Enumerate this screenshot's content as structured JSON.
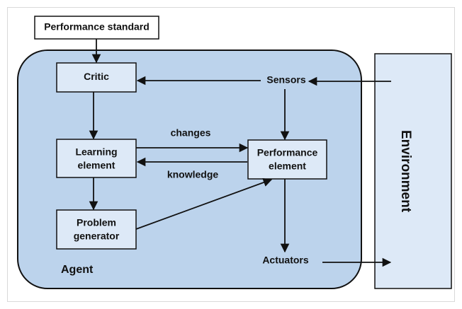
{
  "diagram": {
    "agent_label": "Agent",
    "environment_label": "Environment",
    "nodes": {
      "performance_standard": {
        "lines": [
          "Performance standard"
        ]
      },
      "critic": {
        "lines": [
          "Critic"
        ]
      },
      "learning_element": {
        "lines": [
          "Learning",
          "element"
        ]
      },
      "performance_element": {
        "lines": [
          "Performance",
          "element"
        ]
      },
      "problem_generator": {
        "lines": [
          "Problem",
          "generator"
        ]
      },
      "sensors": {
        "lines": [
          "Sensors"
        ]
      },
      "actuators": {
        "lines": [
          "Actuators"
        ]
      }
    },
    "edge_labels": {
      "changes": "changes",
      "knowledge": "knowledge"
    },
    "colors": {
      "agent_fill": "#bcd3ec",
      "box_fill": "#dde9f7",
      "environment_fill": "#dde9f7",
      "stroke": "#111111"
    }
  }
}
